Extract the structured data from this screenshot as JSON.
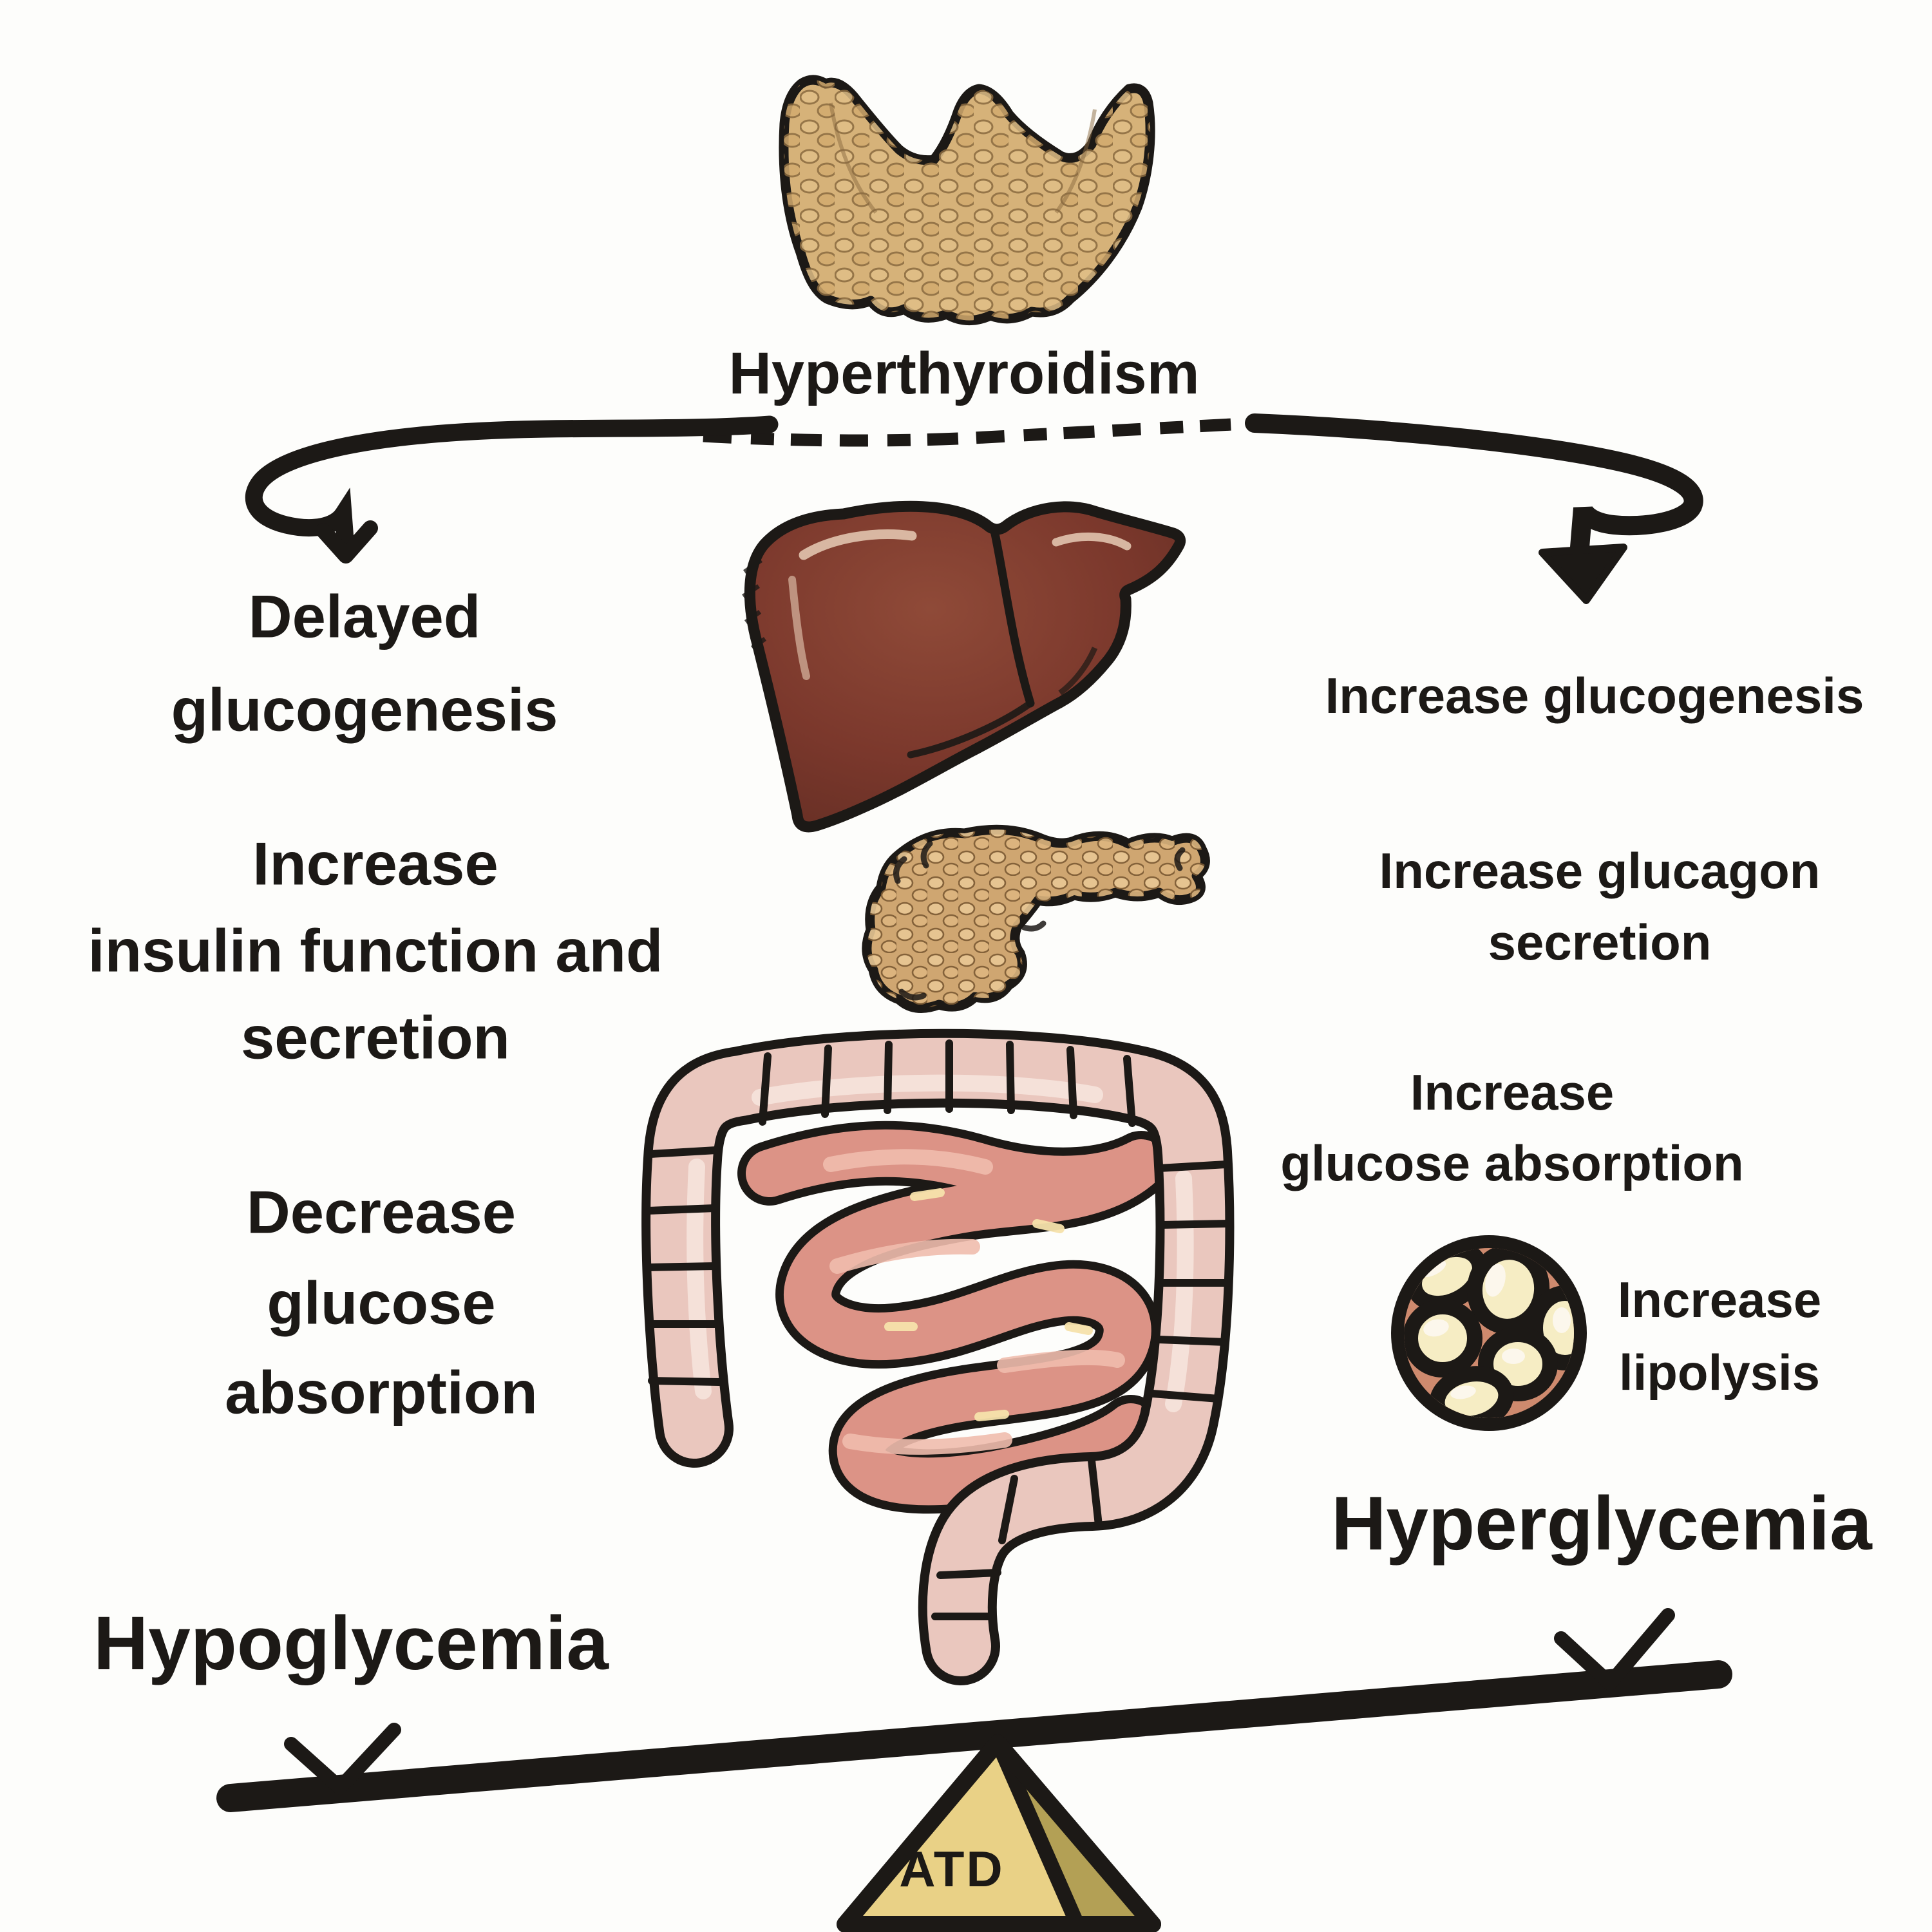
{
  "title": "Hyperthyroidism",
  "left_branch": {
    "effects": [
      {
        "lines": [
          "Delayed",
          "glucogenesis"
        ]
      },
      {
        "lines": [
          "Increase",
          "insulin function and",
          "secretion"
        ]
      },
      {
        "lines": [
          "Decrease",
          "glucose",
          "absorption"
        ]
      }
    ],
    "outcome": "Hypoglycemia"
  },
  "right_branch": {
    "effects": [
      {
        "lines": [
          "Increase glucogenesis"
        ]
      },
      {
        "lines": [
          "Increase glucagon",
          "secretion"
        ]
      },
      {
        "lines": [
          "Increase",
          "glucose absorption"
        ]
      },
      {
        "lines": [
          "Increase",
          "lipolysis"
        ]
      }
    ],
    "outcome": "Hyperglycemia"
  },
  "balance": {
    "fulcrum_label": "ATD"
  },
  "colors": {
    "ink": "#1c1916",
    "background": "#fdfdfb",
    "thyroid": "#d6b279",
    "liver": "#7b382c",
    "pancreas": "#cfa671",
    "large_intestine": "#eac7be",
    "small_intestine": "#dc9386",
    "adipose_cell": "#f6edc4",
    "adipose_gap": "#ce8a6e",
    "fulcrum_light": "#e9d186",
    "fulcrum_shadow": "#b3a055"
  }
}
